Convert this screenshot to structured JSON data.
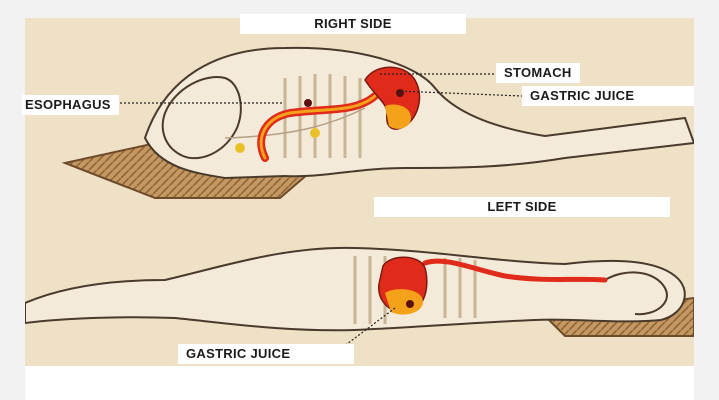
{
  "labels": {
    "right_side": "RIGHT SIDE",
    "left_side": "LEFT SIDE",
    "stomach": "STOMACH",
    "gastric_juice_top": "GASTRIC JUICE",
    "esophagus": "ESOPHAGUS",
    "gastric_juice_bottom": "GASTRIC JUICE"
  },
  "colors": {
    "background": "#efe1c5",
    "stomach_red": "#e02a1a",
    "gastric_orange": "#f3a21a",
    "outline": "#5a4a3a",
    "pillow": "#b88a55"
  }
}
